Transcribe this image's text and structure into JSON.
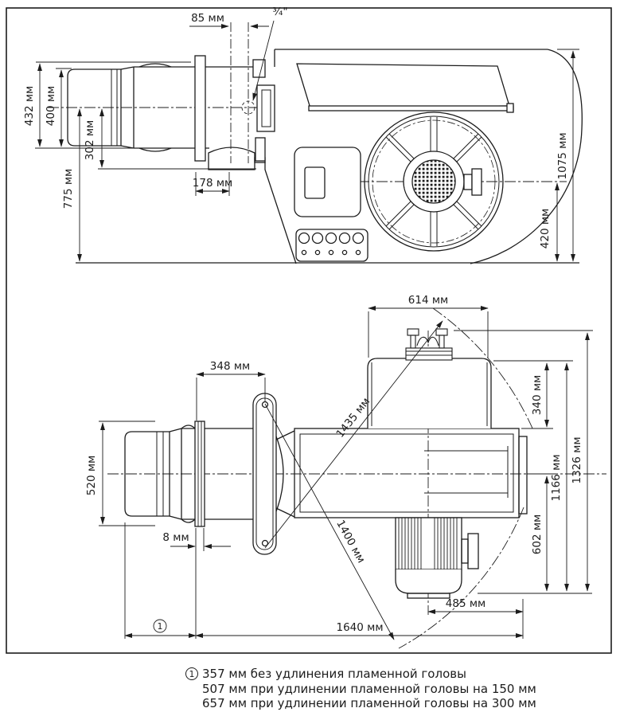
{
  "drawing": {
    "type": "technical-dimensional-drawing",
    "subject": "industrial burner, two orthographic views with dimensions",
    "units": "мм",
    "side_view": {
      "dims": {
        "d85": "85 мм",
        "d34": "¾\"",
        "d432": "432 мм",
        "d400": "400 мм",
        "d302": "302 мм",
        "d775": "775 мм",
        "d178": "178 мм",
        "d1075": "1075 мм",
        "d420": "420 мм"
      }
    },
    "plan_view": {
      "dims": {
        "d614": "614 мм",
        "d348": "348 мм",
        "d340": "340 мм",
        "d1435": "1435 мм",
        "d520": "520 мм",
        "d1166": "1166 мм",
        "d1326": "1326 мм",
        "d602": "602 мм",
        "d8": "8 мм",
        "d1400": "1400 мм",
        "d485": "485 мм",
        "d1640": "1640 мм"
      },
      "ref_marker": "1"
    },
    "footnote": {
      "marker": "1",
      "line1": "357 мм без удлинения пламенной головы",
      "line2": "507 мм при удлинении пламенной головы на 150 мм",
      "line3": "657 мм при удлинении пламенной головы на 300 мм"
    },
    "colors": {
      "line": "#1c1c1c",
      "background": "#ffffff"
    }
  }
}
